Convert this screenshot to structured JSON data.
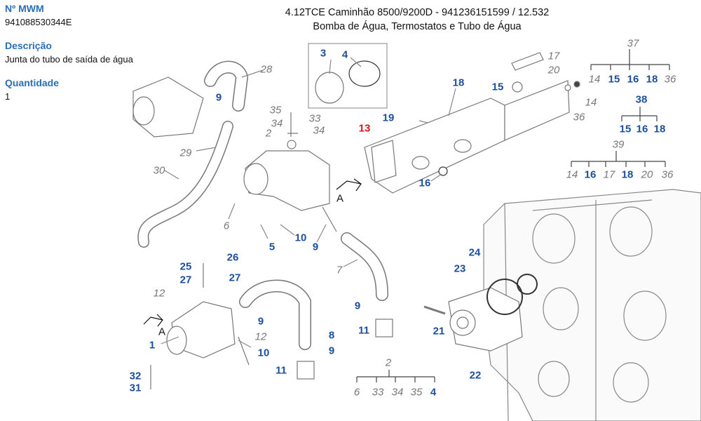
{
  "info": {
    "mwm_label": "Nº MWM",
    "mwm_value": "941088530344E",
    "desc_label": "Descrição",
    "desc_value": "Junta do tubo de saída de água",
    "qty_label": "Quantidade",
    "qty_value": "1"
  },
  "header": {
    "line1": "4.12TCE Caminhão 8500/9200D - 941236151599  /  12.532",
    "line2": "Bomba de Água, Termostatos e Tubo de Água"
  },
  "colors": {
    "part_link": "#1d4f9c",
    "reference": "#777777",
    "selected": "#e0141e",
    "heading": "#2a6fb5"
  },
  "diagram": {
    "callouts": [
      "28",
      "9",
      "29",
      "30",
      "6",
      "35",
      "34",
      "33",
      "34",
      "2",
      "3",
      "4",
      "18",
      "17",
      "20",
      "15",
      "19",
      "13",
      "16",
      "5",
      "10",
      "9",
      "7",
      "25",
      "26",
      "27",
      "27",
      "12",
      "9",
      "1",
      "12",
      "10",
      "8",
      "9",
      "11",
      "11",
      "9",
      "24",
      "23",
      "21",
      "22",
      "32",
      "31",
      "A",
      "A",
      "14",
      "36"
    ],
    "group37": {
      "head": "37",
      "items": [
        "14",
        "15",
        "16",
        "18",
        "36"
      ]
    },
    "group38": {
      "head": "38",
      "items": [
        "15",
        "16",
        "18"
      ]
    },
    "group39": {
      "head": "39",
      "items": [
        "14",
        "16",
        "17",
        "18",
        "20",
        "36"
      ]
    },
    "group2": {
      "head": "2",
      "items": [
        "6",
        "33",
        "34",
        "35",
        "4"
      ]
    }
  }
}
